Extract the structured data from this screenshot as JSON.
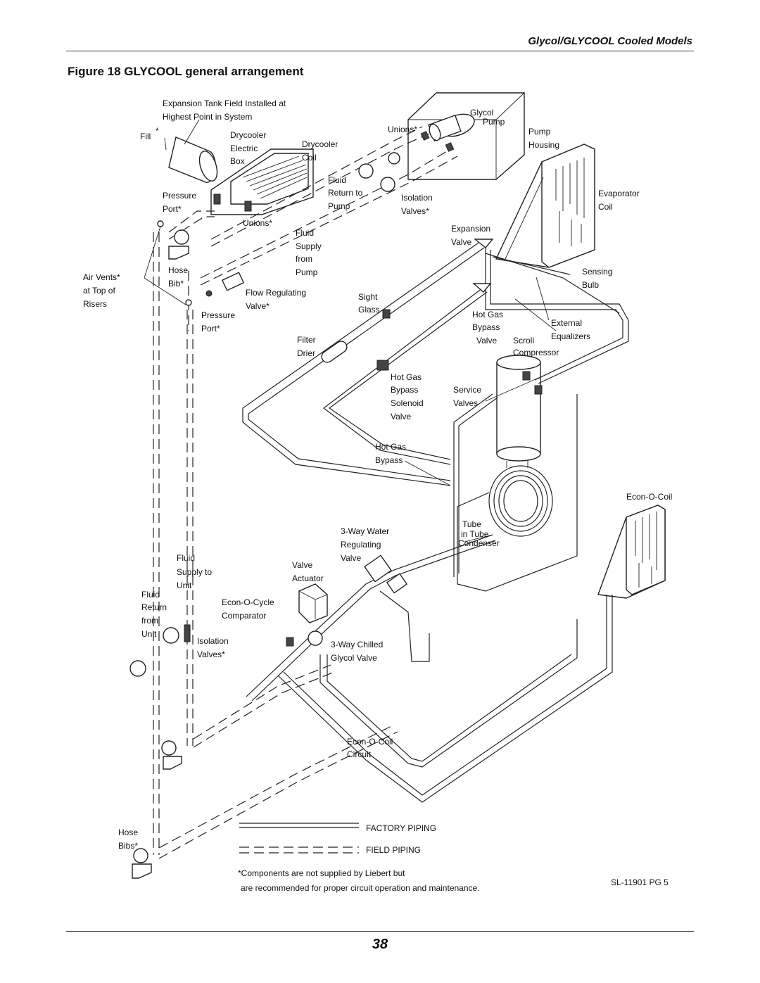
{
  "header": {
    "title": "Glycol/GLYCOOL Cooled Models"
  },
  "figure": {
    "title": "Figure 18  GLYCOOL general arrangement"
  },
  "labels": {
    "expansion_tank_1": "Expansion Tank Field Installed at",
    "expansion_tank_2": "Highest Point in System",
    "fill": "Fill",
    "fill_star": "*",
    "drycooler_electric_box_1": "Drycooler",
    "drycooler_electric_box_2": "Electric",
    "drycooler_electric_box_3": "Box",
    "drycooler_coil_1": "Drycooler",
    "drycooler_coil_2": "Coil",
    "unions_top": "Unions*",
    "glycol_pump_1": "Glycol",
    "glycol_pump_2": "Pump",
    "pump_housing_1": "Pump",
    "pump_housing_2": "Housing",
    "fluid_return_1": "Fluid",
    "fluid_return_2": "Return to",
    "fluid_return_3": "Pump",
    "isolation_top_1": "Isolation",
    "isolation_top_2": "Valves*",
    "evaporator_1": "Evaporator",
    "evaporator_2": "Coil",
    "pressure_port_top_1": "Pressure",
    "pressure_port_top_2": "Port*",
    "unions_mid": "Unions*",
    "fluid_supply_1": "Fluid",
    "fluid_supply_2": "Supply",
    "fluid_supply_3": "from",
    "fluid_supply_4": "Pump",
    "expansion_valve_1": "Expansion",
    "expansion_valve_2": "Valve",
    "air_vents_1": "Air Vents*",
    "air_vents_2": "at Top of",
    "air_vents_3": "Risers",
    "hose_bib_1": "Hose",
    "hose_bib_2": "Bib*",
    "flow_regulating_1": "Flow Regulating",
    "flow_regulating_2": "Valve*",
    "sensing_bulb_1": "Sensing",
    "sensing_bulb_2": "Bulb",
    "sight_glass_1": "Sight",
    "sight_glass_2": "Glass",
    "pressure_port_mid_1": "Pressure",
    "pressure_port_mid_2": "Port*",
    "hot_gas_bypass_valve_1": "Hot Gas",
    "hot_gas_bypass_valve_2": "Bypass",
    "hot_gas_bypass_valve_3": "Valve",
    "external_equalizers_1": "External",
    "external_equalizers_2": "Equalizers",
    "filter_drier_1": "Filter",
    "filter_drier_2": "Drier",
    "scroll_compressor_1": "Scroll",
    "scroll_compressor_2": "Compressor",
    "hot_gas_solenoid_1": "Hot Gas",
    "hot_gas_solenoid_2": "Bypass",
    "hot_gas_solenoid_3": "Solenoid",
    "hot_gas_solenoid_4": "Valve",
    "service_valves_1": "Service",
    "service_valves_2": "Valves",
    "hot_gas_bypass_1": "Hot Gas",
    "hot_gas_bypass_2": "Bypass",
    "econ_o_coil": "Econ-O-Coil",
    "tube_condenser_1": "Tube",
    "tube_condenser_2": "in Tube",
    "tube_condenser_3": "Condenser",
    "three_way_water_1": "3-Way Water",
    "three_way_water_2": "Regulating",
    "three_way_water_3": "Valve",
    "fluid_supply_unit_1": "Fluid",
    "fluid_supply_unit_2": "Supply to",
    "fluid_supply_unit_3": "Unit",
    "valve_actuator_1": "Valve",
    "valve_actuator_2": "Actuator",
    "fluid_return_unit_1": "Fluid",
    "fluid_return_unit_2": "Return",
    "fluid_return_unit_3": "from",
    "fluid_return_unit_4": "Unit",
    "econ_o_cycle_1": "Econ-O-Cycle",
    "econ_o_cycle_2": "Comparator",
    "isolation_bottom_1": "Isolation",
    "isolation_bottom_2": "Valves*",
    "three_way_chilled_1": "3-Way Chilled",
    "three_way_chilled_2": "Glycol Valve",
    "econ_o_coil_circuit_1": "Econ-O-Coil",
    "econ_o_coil_circuit_2": "Circuit",
    "hose_bibs_1": "Hose",
    "hose_bibs_2": "Bibs*"
  },
  "legend": {
    "factory": "FACTORY  PIPING",
    "field": "FIELD PIPING"
  },
  "notes": {
    "line1": "*Components are not supplied by Liebert but",
    "line2": "are recommended for proper circuit operation and maintenance.",
    "drawing_number": "SL-11901 PG 5"
  },
  "page": {
    "number": "38"
  }
}
